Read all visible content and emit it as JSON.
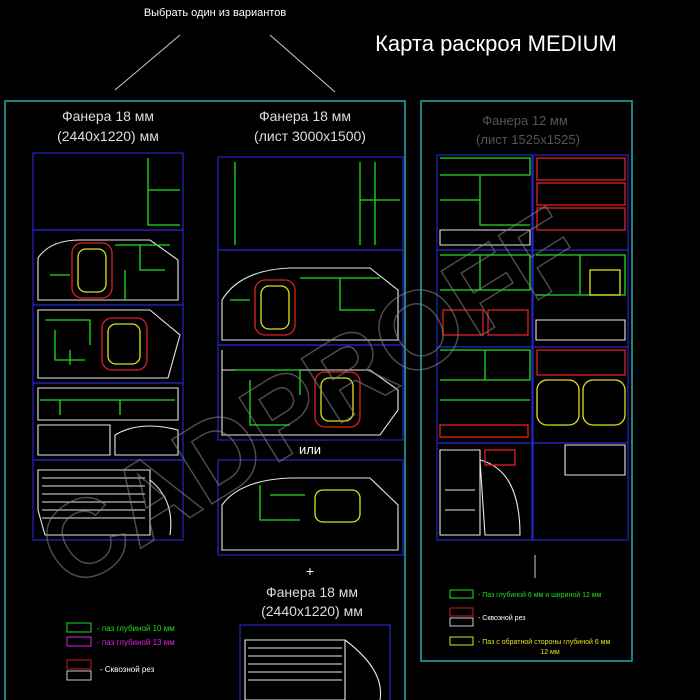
{
  "header": {
    "choose_note": "Выбрать один из вариантов",
    "title": "Карта раскроя MEDIUM"
  },
  "sheets": {
    "left_title_1": "Фанера 18 мм",
    "left_title_2": "(2440x1220) мм",
    "mid_title_1": "Фанера 18 мм",
    "mid_title_2": "(лист 3000x1500)",
    "right_title_1": "Фанера 12 мм",
    "right_title_2": "(лист 1525x1525)",
    "or_label": "или",
    "plus_label": "+",
    "extra_title_1": "Фанера 18 мм",
    "extra_title_2": "(2440x1220) мм"
  },
  "legend_left": [
    {
      "label": "- паз глубиной 10 мм",
      "color": "#1ee01e"
    },
    {
      "label": "- паз глубиной 13 мм",
      "color": "#e020e0"
    },
    {
      "label": "- Сквозной рез",
      "color": "#ffffff"
    }
  ],
  "legend_right": [
    {
      "label": "- Паз глубиной 6 мм и шириной 12 мм",
      "color": "#1ee01e"
    },
    {
      "label": "- Сквозной рез",
      "color": "#ffffff"
    },
    {
      "label": "- Паз с обратной стороны глубиной 6 мм",
      "label2": "12 мм",
      "color": "#e0e020"
    }
  ],
  "watermark": "CADPROFF",
  "colors": {
    "frame": "#2aa8a8",
    "sheet": "#2626c8",
    "groove": "#1ee01e",
    "cut_red": "#e02020",
    "back_groove": "#e0e020"
  }
}
